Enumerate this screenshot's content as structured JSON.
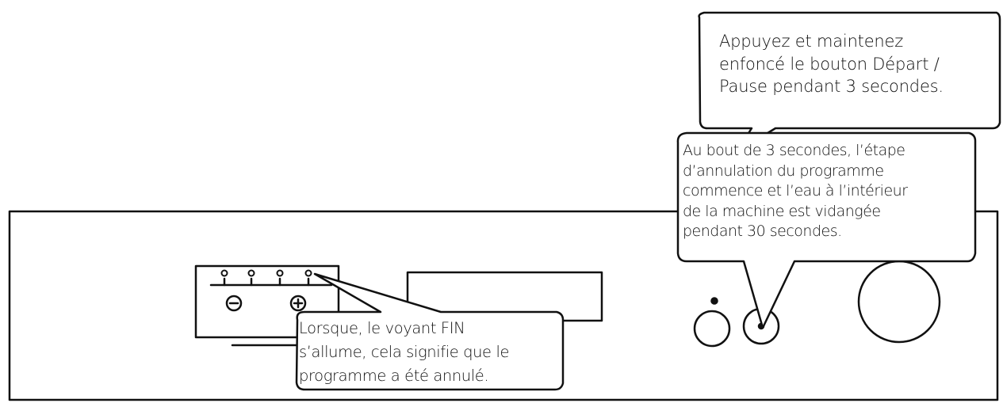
{
  "callouts": {
    "hold_button": "Appuyez et maintenez\nenfoncé le bouton Départ /\nPause pendant 3 secondes.",
    "drain": "Au bout de 3 secondes, l’étape\nd’annulation du programme\ncommence et l’eau à l’intérieur\nde la machine est vidangée\npendant 30 secondes.",
    "end_light": "Lorsque, le voyant FIN\ns’allume, cela signifie que le\nprogramme a été annulé."
  },
  "colors": {
    "line": "#111111",
    "background": "#ffffff"
  },
  "icons": {
    "minus_button": "minus-circle-icon",
    "plus_button": "plus-circle-icon"
  }
}
